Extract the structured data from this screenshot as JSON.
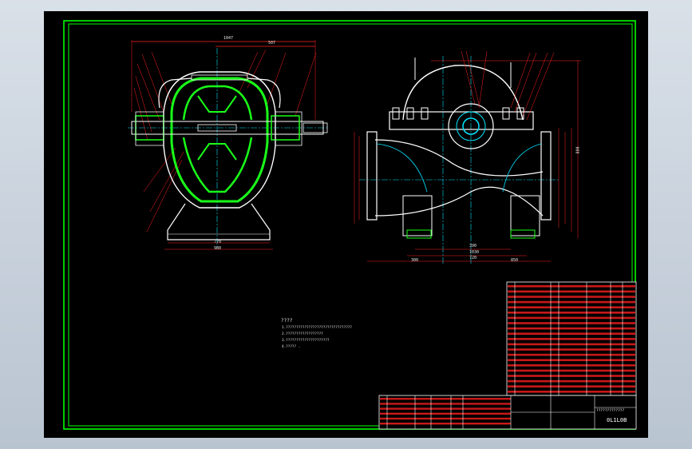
{
  "drawing": {
    "tech_requirements_title": "????",
    "tech_notes": [
      "1.????????????????????????????????",
      "2.??????????????????",
      "3.?????????????????????",
      "4.????? ."
    ],
    "drawing_number": "0L1L0B",
    "title_subtext": "?????????????",
    "dimensions": {
      "front_top_overall": "1047",
      "front_top_partial": "507",
      "front_base_inner": "770",
      "front_base_outer": "980",
      "side_bottom_1": "390",
      "side_bottom_2": "1030",
      "side_bottom_3": "720",
      "side_bottom_overall_left": "300",
      "side_bottom_overall_right": "850",
      "side_height": "880"
    },
    "colors": {
      "background": "#000000",
      "border": "#00ff00",
      "outline": "#ffffff",
      "dimension": "#ff2020",
      "hidden": "#00e5ff",
      "table_text": "#ffffff"
    }
  }
}
